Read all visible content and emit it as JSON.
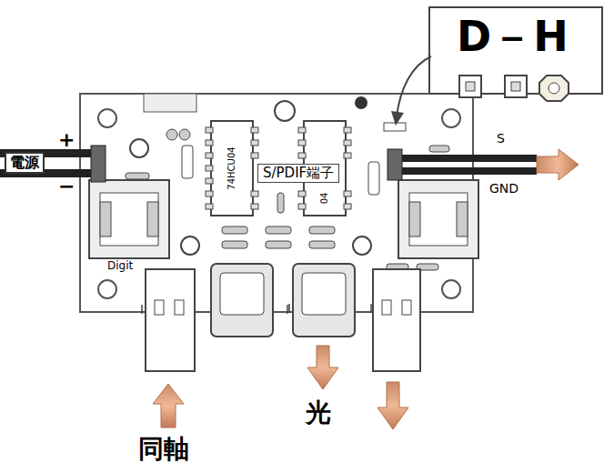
{
  "diagram": {
    "nodes": [
      {
        "text": [
          "電源"
        ]
      },
      {
        "text": [
          "S/PDIF端子"
        ]
      },
      {
        "text": [
          "D－H"
        ]
      }
    ],
    "labels": [
      "+",
      "−",
      "S",
      "GND",
      "Digit",
      "74HCU04",
      "04",
      "同軸",
      "光"
    ]
  }
}
